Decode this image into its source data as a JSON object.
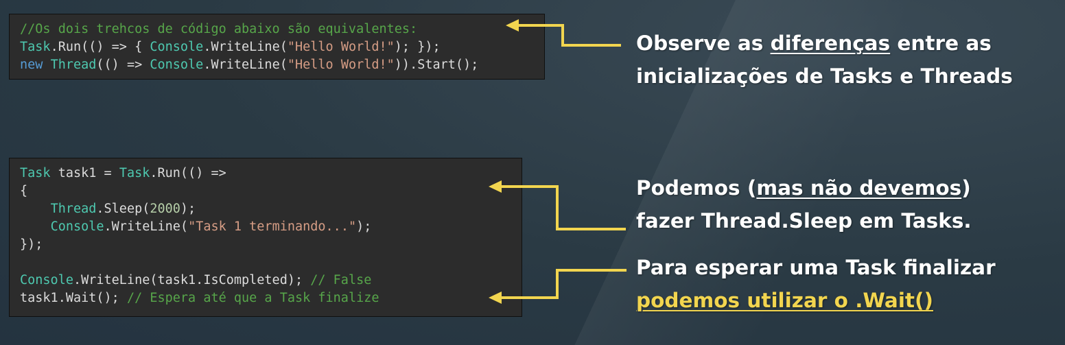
{
  "block1": {
    "comment": "//Os dois trehcos de código abaixo são equivalentes:",
    "line2": {
      "cls": "Task",
      "a": ".Run(() => { ",
      "cls2": "Console",
      "b": ".WriteLine(",
      "str": "\"Hello World!\"",
      "c": "); });"
    },
    "line3": {
      "kw": "new",
      "sp": " ",
      "cls": "Thread",
      "a": "(() => ",
      "cls2": "Console",
      "b": ".WriteLine(",
      "str": "\"Hello World!\"",
      "c": ")).Start();"
    }
  },
  "block2": {
    "l1": {
      "cls": "Task",
      "a": " task1 = ",
      "cls2": "Task",
      "b": ".Run(() =>"
    },
    "l2": "{",
    "l3": {
      "indent": "    ",
      "cls": "Thread",
      "a": ".Sleep(",
      "num": "2000",
      "b": ");"
    },
    "l4": {
      "indent": "    ",
      "cls": "Console",
      "a": ".WriteLine(",
      "str": "\"Task 1 terminando...\"",
      "b": ");"
    },
    "l5": "});",
    "l7": {
      "cls": "Console",
      "a": ".WriteLine(task1.IsCompleted); ",
      "cmt": "// False"
    },
    "l8": {
      "a": "task1.Wait(); ",
      "cmt": "// Espera até que a Task finalize"
    }
  },
  "callouts": {
    "c1_part1": "Observe as ",
    "c1_underline": "diferenças",
    "c1_part2": " entre as",
    "c1_line2": "inicializações de Tasks e Threads",
    "c2_part1": "Podemos (",
    "c2_underline": "mas não devemos",
    "c2_part2": ")",
    "c2_line2": "fazer Thread.Sleep em Tasks.",
    "c3_line1": "Para esperar uma Task finalizar",
    "c3_line2": "podemos utilizar o .Wait()"
  },
  "colors": {
    "arrow": "#f2d54f",
    "highlight": "#f2d54f",
    "code_bg": "#2c2c2c",
    "background": "#2b3b46"
  }
}
